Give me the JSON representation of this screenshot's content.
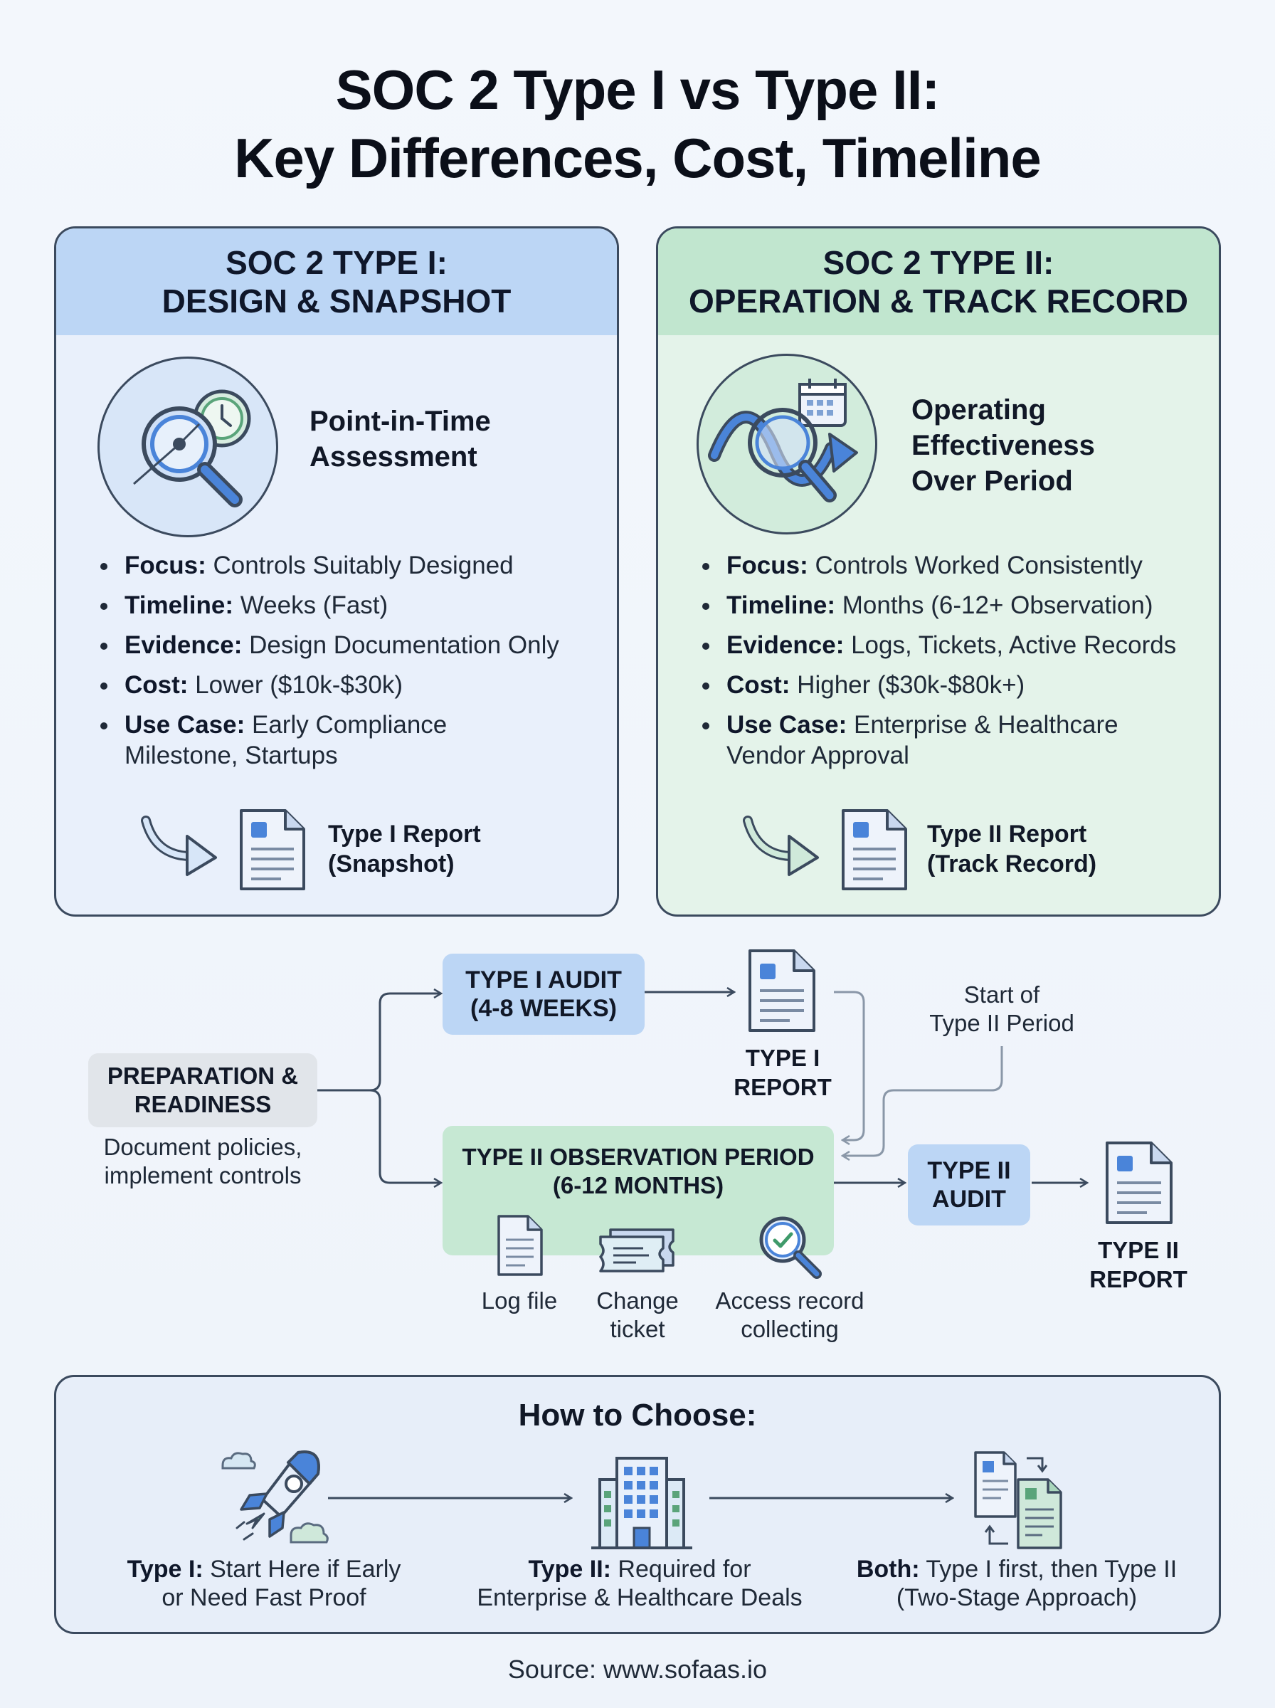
{
  "title": {
    "line1": "SOC 2 Type I vs Type II:",
    "line2": "Key Differences, Cost, Timeline"
  },
  "type1": {
    "head_line1": "SOC 2 TYPE I:",
    "head_line2": "DESIGN & SNAPSHOT",
    "subtitle_line1": "Point-in-Time",
    "subtitle_line2": "Assessment",
    "bullets": [
      {
        "label": "Focus:",
        "text": "Controls Suitably Designed"
      },
      {
        "label": "Timeline:",
        "text": "Weeks (Fast)"
      },
      {
        "label": "Evidence:",
        "text": "Design Documentation Only"
      },
      {
        "label": "Cost:",
        "text": "Lower ($10k-$30k)"
      },
      {
        "label": "Use Case:",
        "text": "Early Compliance Milestone, Startups"
      }
    ],
    "report_line1": "Type I Report",
    "report_line2": "(Snapshot)"
  },
  "type2": {
    "head_line1": "SOC 2 TYPE II:",
    "head_line2": "OPERATION & TRACK RECORD",
    "subtitle_line1": "Operating",
    "subtitle_line2": "Effectiveness",
    "subtitle_line3": "Over Period",
    "bullets": [
      {
        "label": "Focus:",
        "text": "Controls Worked Consistently"
      },
      {
        "label": "Timeline:",
        "text": "Months (6-12+ Observation)"
      },
      {
        "label": "Evidence:",
        "text": "Logs, Tickets, Active Records"
      },
      {
        "label": "Cost:",
        "text": "Higher ($30k-$80k+)"
      },
      {
        "label": "Use Case:",
        "text": "Enterprise & Healthcare Vendor Approval"
      }
    ],
    "report_line1": "Type II Report",
    "report_line2": "(Track Record)"
  },
  "flow": {
    "prep_line1": "PREPARATION &",
    "prep_line2": "READINESS",
    "prep_desc_line1": "Document policies,",
    "prep_desc_line2": "implement controls",
    "t1audit_line1": "TYPE I AUDIT",
    "t1audit_line2": "(4-8 WEEKS)",
    "t1report_line1": "TYPE I",
    "t1report_line2": "REPORT",
    "start_line1": "Start of",
    "start_line2": "Type II Period",
    "obs_line1": "TYPE II OBSERVATION PERIOD",
    "obs_line2": "(6-12 MONTHS)",
    "log_label": "Log file",
    "ticket_line1": "Change",
    "ticket_line2": "ticket",
    "access_line1": "Access record",
    "access_line2": "collecting",
    "t2audit_line1": "TYPE II",
    "t2audit_line2": "AUDIT",
    "t2report_line1": "TYPE II",
    "t2report_line2": "REPORT"
  },
  "choose": {
    "title": "How to Choose:",
    "items": [
      {
        "label": "Type I:",
        "text_line1": " Start Here if Early",
        "text_line2": "or Need Fast Proof"
      },
      {
        "label": "Type II:",
        "text_line1": " Required for",
        "text_line2": "Enterprise & Healthcare Deals"
      },
      {
        "label": "Both:",
        "text_line1": " Type I first, then Type II",
        "text_line2": "(Two-Stage Approach)"
      }
    ]
  },
  "source": "Source: www.sofaas.io",
  "colors": {
    "blue_panel": "#e9f0fb",
    "blue_head": "#bcd6f5",
    "green_panel": "#e4f3ea",
    "green_head": "#c1e6cf",
    "accent_blue": "#4a84d9",
    "outline": "#3b4a5e"
  }
}
